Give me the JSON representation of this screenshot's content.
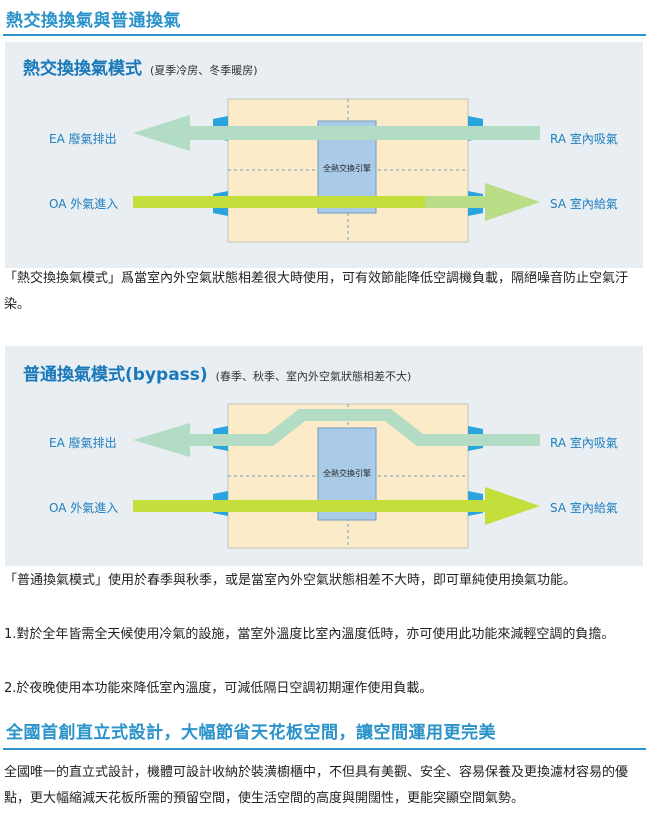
{
  "section1": {
    "title": "熱交換換氣與普通換氣",
    "panel1": {
      "title": "熱交換換氣模式",
      "subtitle": "(夏季冷房、冬季暖房)",
      "ea_label": "EA 廢氣排出",
      "oa_label": "OA 外氣進入",
      "ra_label": "RA 室內吸氣",
      "sa_label": "SA 室內給氣",
      "core_label": "全熱交換引擎"
    },
    "desc1": "「熱交換換氣模式」爲當室內外空氣狀態相差很大時使用，可有效節能降低空調機負載，隔絕噪音防止空氣汙染。",
    "panel2": {
      "title": "普通換氣模式(bypass)",
      "subtitle": "(春季、秋季、室內外空氣狀態相差不大)",
      "ea_label": "EA 廢氣排出",
      "oa_label": "OA 外氣進入",
      "ra_label": "RA 室內吸氣",
      "sa_label": "SA 室內給氣",
      "core_label": "全熱交換引擎"
    },
    "desc2": "「普通換氣模式」使用於春季與秋季，或是當室內外空氣狀態相差不大時，即可單純使用換氣功能。",
    "desc3": "1.對於全年皆需全天候使用冷氣的設施，當室外溫度比室內溫度低時，亦可使用此功能來減輕空調的負擔。",
    "desc4": "2.於夜晚使用本功能來降低室內溫度，可減低隔日空調初期運作使用負載。"
  },
  "section2": {
    "title": "全國首創直立式設計，大幅節省天花板空間，讓空間運用更完美",
    "desc": "全國唯一的直立式設計，機體可設計收納於裝潢櫥櫃中，不但具有美觀、安全、容易保養及更換濾材容易的優點，更大幅縮減天花板所需的預留空間，使生活空間的高度與開闊性，更能突顯空間氣勢。"
  },
  "colors": {
    "heading": "#2a93c9",
    "panel_bg": "#e8eef2",
    "box_fill": "#fcebc8",
    "core_fill": "#a9cbe8",
    "connector": "#2aa3de",
    "exhaust_arrow": "#b2dcc4",
    "intake_arrow": "#c4de3c",
    "label_text": "#1f7fc0"
  },
  "icons": [
    "ea-exhaust-arrow",
    "oa-intake-arrow",
    "heat-exchange-core"
  ]
}
